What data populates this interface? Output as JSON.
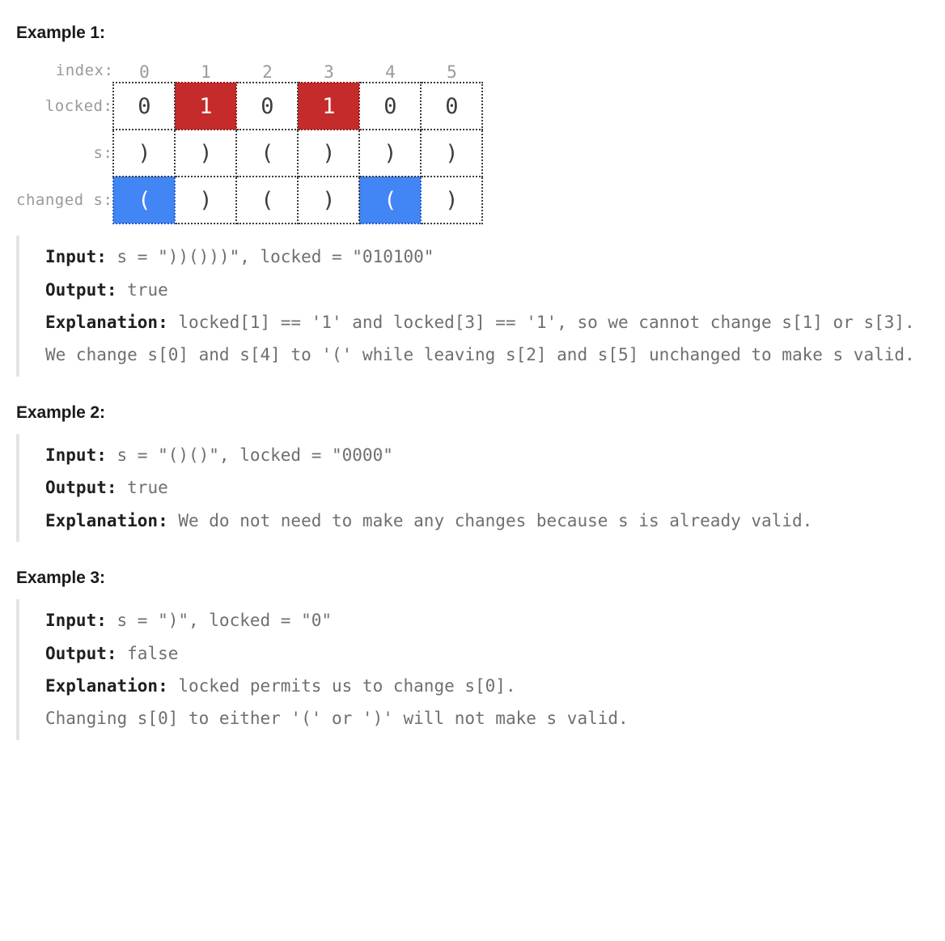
{
  "sections": [
    {
      "heading": "Example 1:",
      "figure": {
        "row_labels": {
          "index": "index:",
          "locked": "locked:",
          "s": "s:",
          "changed_s": "changed s:"
        },
        "indices": [
          "0",
          "1",
          "2",
          "3",
          "4",
          "5"
        ],
        "locked": [
          "0",
          "1",
          "0",
          "1",
          "0",
          "0"
        ],
        "locked_highlight": [
          false,
          true,
          false,
          true,
          false,
          false
        ],
        "s": [
          ")",
          ")",
          "(",
          ")",
          ")",
          ")"
        ],
        "s_highlight": [
          false,
          false,
          false,
          false,
          false,
          false
        ],
        "changed_s": [
          "(",
          ")",
          "(",
          ")",
          "(",
          ")"
        ],
        "changed_s_highlight": [
          true,
          false,
          false,
          false,
          true,
          false
        ],
        "colors": {
          "locked_highlight": "#c62b2b",
          "changed_highlight": "#4285f4",
          "cell_border": "#3d3d3d",
          "label_text": "#9a9a9a"
        }
      },
      "block": {
        "input_label": "Input:",
        "input_value": " s = \"))()))\", locked = \"010100\"",
        "output_label": "Output:",
        "output_value": " true",
        "explanation_label": "Explanation:",
        "explanation_value": " locked[1] == '1' and locked[3] == '1', so we cannot change s[1] or s[3].",
        "extra_lines": [
          "We change s[0] and s[4] to '(' while leaving s[2] and s[5] unchanged to make s valid."
        ]
      }
    },
    {
      "heading": "Example 2:",
      "figure": null,
      "block": {
        "input_label": "Input:",
        "input_value": " s = \"()()\", locked = \"0000\"",
        "output_label": "Output:",
        "output_value": " true",
        "explanation_label": "Explanation:",
        "explanation_value": " We do not need to make any changes because s is already valid.",
        "extra_lines": []
      }
    },
    {
      "heading": "Example 3:",
      "figure": null,
      "block": {
        "input_label": "Input:",
        "input_value": " s = \")\", locked = \"0\"",
        "output_label": "Output:",
        "output_value": " false",
        "explanation_label": "Explanation:",
        "explanation_value": " locked permits us to change s[0].",
        "extra_lines": [
          "Changing s[0] to either '(' or ')' will not make s valid."
        ]
      }
    }
  ]
}
